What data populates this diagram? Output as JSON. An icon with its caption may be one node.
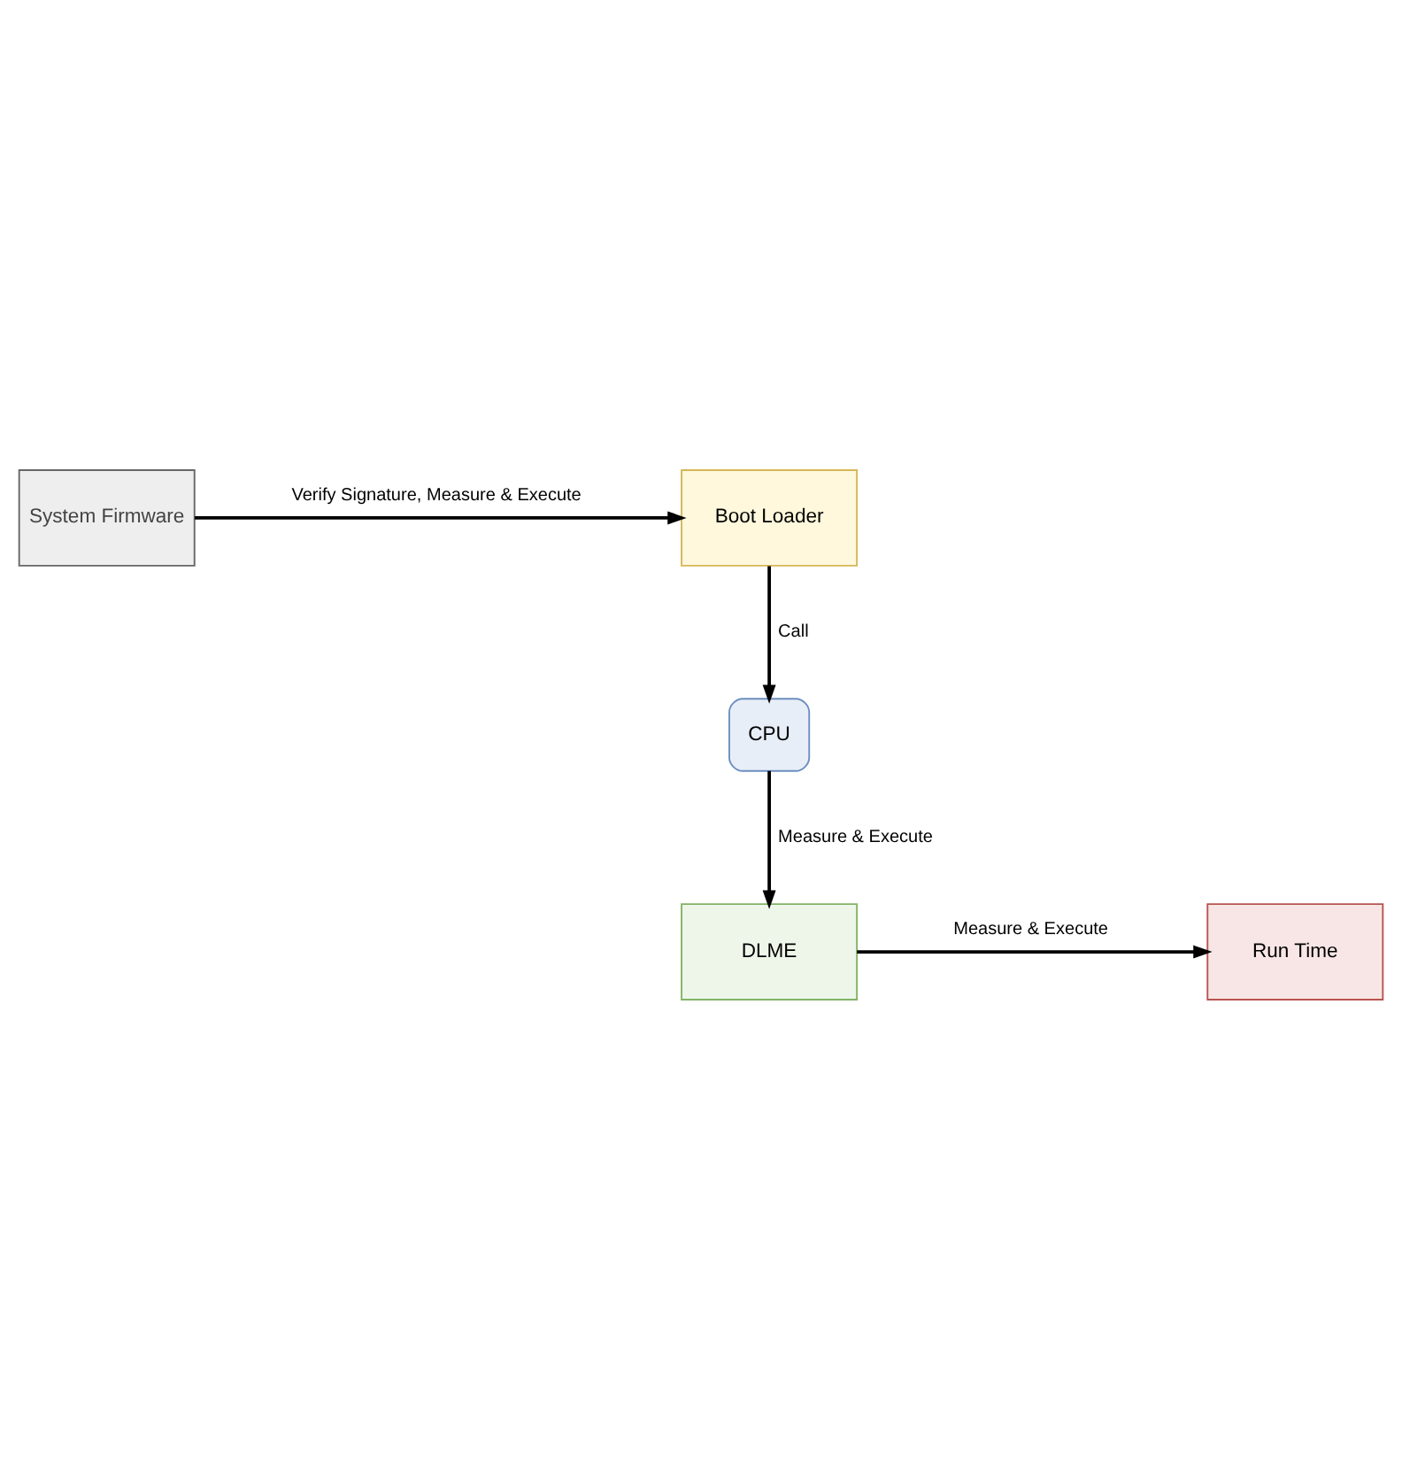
{
  "diagram": {
    "nodes": [
      {
        "text": [
          "System Firmware"
        ]
      },
      {
        "text": [
          "Boot Loader"
        ]
      },
      {
        "text": [
          "CPU"
        ]
      },
      {
        "text": [
          "DLME"
        ]
      },
      {
        "text": [
          "Run Time"
        ]
      }
    ],
    "edges": [
      {
        "from": 0,
        "to": 1,
        "arrow": "to",
        "label": "Verify Signature, Measure & Execute"
      },
      {
        "from": 1,
        "to": 2,
        "arrow": "to",
        "label": "Call"
      },
      {
        "from": 2,
        "to": 3,
        "arrow": "to",
        "label": "Measure & Execute"
      },
      {
        "from": 3,
        "to": 4,
        "arrow": "to",
        "label": "Measure & Execute"
      }
    ]
  }
}
